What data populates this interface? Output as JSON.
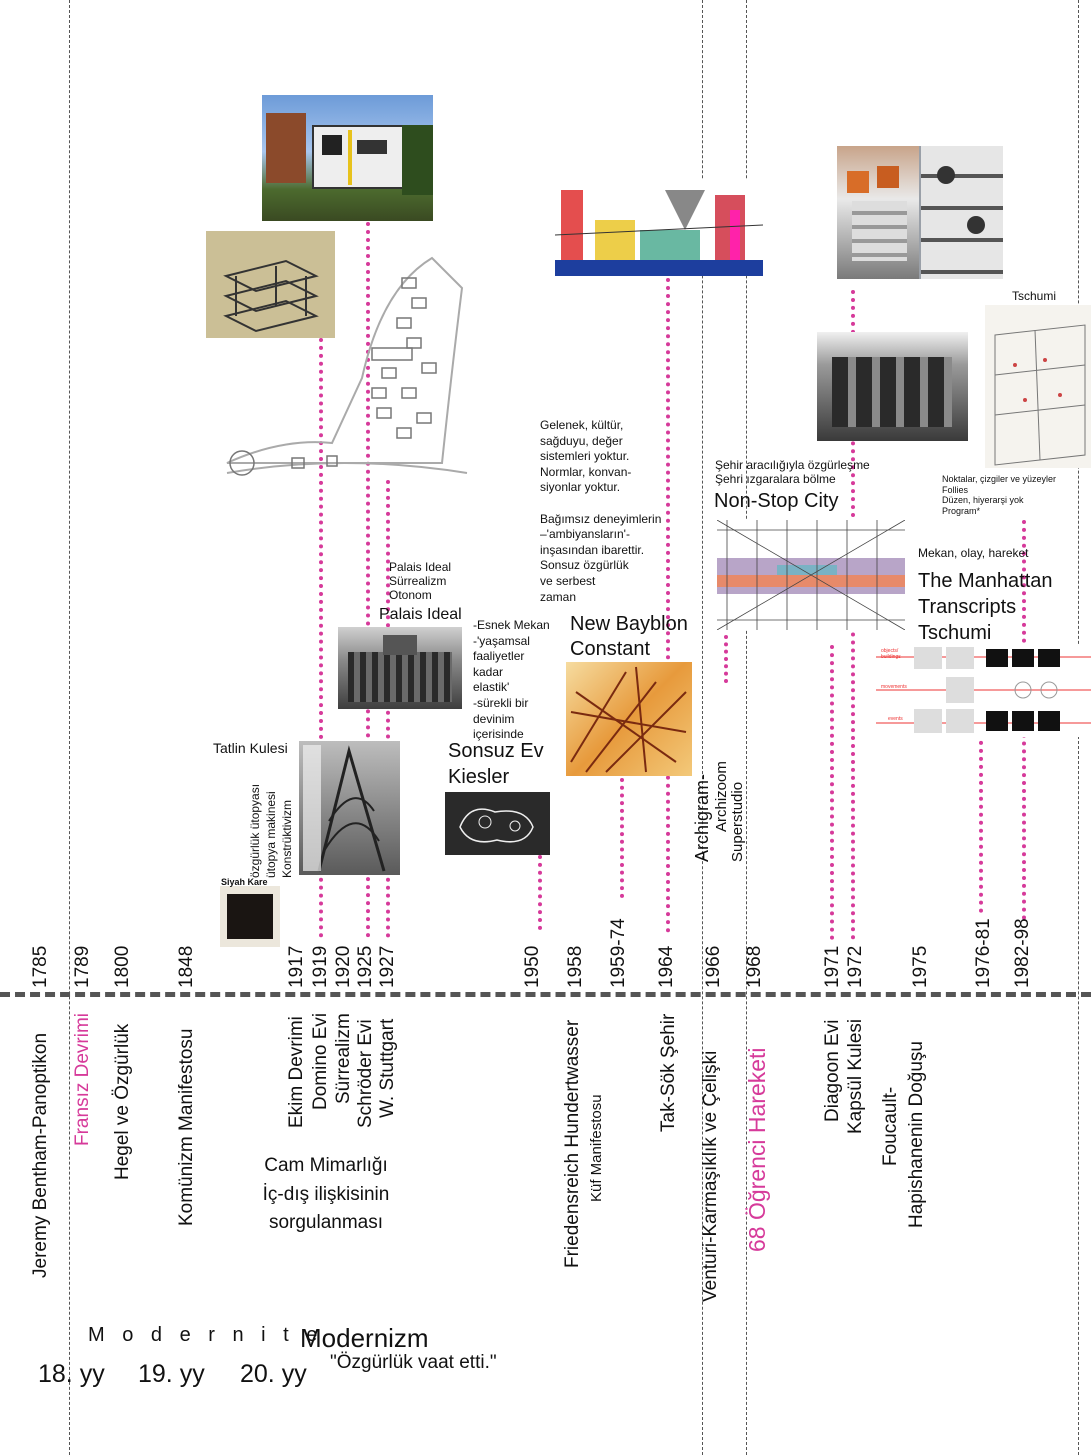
{
  "timeline_top": [
    {
      "label": "1785",
      "pink": false
    },
    {
      "label": "1789",
      "pink": true
    },
    {
      "label": "1800",
      "pink": false
    },
    {
      "label": "1848",
      "pink": false
    },
    {
      "label": "1917",
      "pink": false
    },
    {
      "label": "1919",
      "pink": false
    },
    {
      "label": "1920",
      "pink": false
    },
    {
      "label": "1925",
      "pink": false
    },
    {
      "label": "1927",
      "pink": false
    },
    {
      "label": "1950",
      "pink": false
    },
    {
      "label": "1958",
      "pink": false
    },
    {
      "label": "1959-74",
      "pink": false
    },
    {
      "label": "1964",
      "pink": false
    },
    {
      "label": "1966",
      "pink": false
    },
    {
      "label": "1968",
      "pink": false
    },
    {
      "label": "1971",
      "pink": false
    },
    {
      "label": "1972",
      "pink": false
    },
    {
      "label": "1975",
      "pink": false
    },
    {
      "label": "1976-81",
      "pink": false
    },
    {
      "label": "1982-98",
      "pink": false
    }
  ],
  "events": [
    {
      "label": "Jeremy Bentham-Panoptikon",
      "pink": false
    },
    {
      "label": "Fransız Devrimi",
      "pink": true
    },
    {
      "label": "Hegel ve Özgürlük",
      "pink": false
    },
    {
      "label": "Komünizm Manifestosu",
      "pink": false
    },
    {
      "label": "Ekim Devrimi",
      "pink": false
    },
    {
      "label": "Domino Evi",
      "pink": false
    },
    {
      "label": "Sürrealizm",
      "pink": false
    },
    {
      "label": "Schröder Evi",
      "pink": false
    },
    {
      "label": "W. Stuttgart",
      "pink": false
    },
    {
      "label": "Friedensreich Hundertwasser",
      "pink": false
    },
    {
      "label": "Küf Manifestosu",
      "pink": false
    },
    {
      "label": "Tak-Sök Şehir",
      "pink": false
    },
    {
      "label": "Venturi-Karmaşıklık ve Çelişki",
      "pink": false
    },
    {
      "label": "68 Öğrenci Hareketi",
      "pink": true
    },
    {
      "label": "Diagoon Evi",
      "pink": false
    },
    {
      "label": "Kapsül Kulesi",
      "pink": false
    },
    {
      "label": "Foucault-",
      "pink": false
    },
    {
      "label": "Hapishanenin Doğuşu",
      "pink": false
    }
  ],
  "cam": "Cam Mimarlığı\nİç-dış ilişkisinin\nsorgulanması",
  "tatlin_title": "Tatlin Kulesi",
  "tatlin_notes": [
    "özgürlük ütopyası",
    "ütopya makinesi",
    "Konstrüktivizm"
  ],
  "siyah_kare": "Siyah Kare",
  "palais_notes": "Palais Ideal\nSürrealizm\nOtonom",
  "palais_title": "Palais Ideal",
  "esnek": "-Esnek Mekan\n-'yaşamsal\nfaaliyetler\nkadar\nelastik'\n-sürekli bir\ndevinim\niçerisinde",
  "sonsuz": "Sonsuz Ev\nKiesler",
  "gelenek": "Gelenek, kültür,\nsağduyu, değer\nsistemleri yoktur.\nNormlar, konvan-\nsiyonlar yoktur.\n\nBağımsız deneyimlerin\n–'ambiyansların'-\ninşasından ibarettir.\nSonsuz özgürlük\nve serbest\nzaman",
  "babylon": "New Bayblon\nConstant",
  "archigram": [
    "Archigram-",
    "Archizoom",
    "Superstudio"
  ],
  "sehir": "Şehir aracılığıyla özgürleşme\nŞehri ızgaralara bölme",
  "nonstop": "Non-Stop City",
  "tschumi_label": "Tschumi",
  "noktalar": "Noktalar, çizgiler ve yüzeyler\nFollies\nDüzen, hiyerarşi yok\nProgram*",
  "mekan": "Mekan, olay, hareket",
  "manhattan": "The Manhattan\nTranscripts\nTschumi",
  "manhattan_rows": [
    "objects/\nbuildings",
    "movements",
    "events"
  ],
  "modernite": "M o d e r n i t e",
  "modernizm": "Modernizm",
  "ozgurluk": "\"Özgürlük vaat etti.\"",
  "centuries": [
    "18. yy",
    "19. yy",
    "20. yy"
  ],
  "colors": {
    "accent": "#d63a9a",
    "line": "#555555"
  }
}
